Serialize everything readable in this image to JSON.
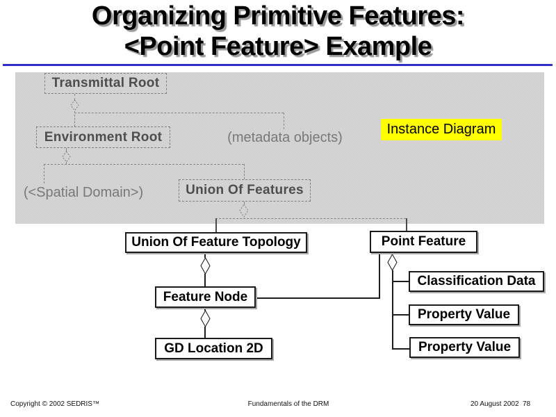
{
  "slide": {
    "title_line1": "Organizing Primitive Features:",
    "title_line2": "<Point Feature> Example"
  },
  "diagram": {
    "highlight_label": "Instance Diagram",
    "nodes": {
      "transmittal_root": "Transmittal Root",
      "environment_root": "Environment Root",
      "union_of_features": "Union Of Features",
      "union_of_feature_topology": "Union Of Feature Topology",
      "point_feature": "Point Feature",
      "classification_data": "Classification Data",
      "property_value_1": "Property Value",
      "property_value_2": "Property Value",
      "feature_node": "Feature Node",
      "gd_location_2d": "GD Location 2D"
    },
    "annotations": {
      "metadata_objects": "(metadata objects)",
      "spatial_domain": "(<Spatial Domain>)"
    },
    "colors": {
      "highlight": "#ffff00",
      "panel_gray": "#d4d4d4",
      "title_rule_blue": "#2e2ec8"
    }
  },
  "footer": {
    "copyright": "Copyright © 2002 SEDRIS™",
    "center": "Fundamentals of the DRM",
    "date": "20 August 2002",
    "page": "78"
  }
}
